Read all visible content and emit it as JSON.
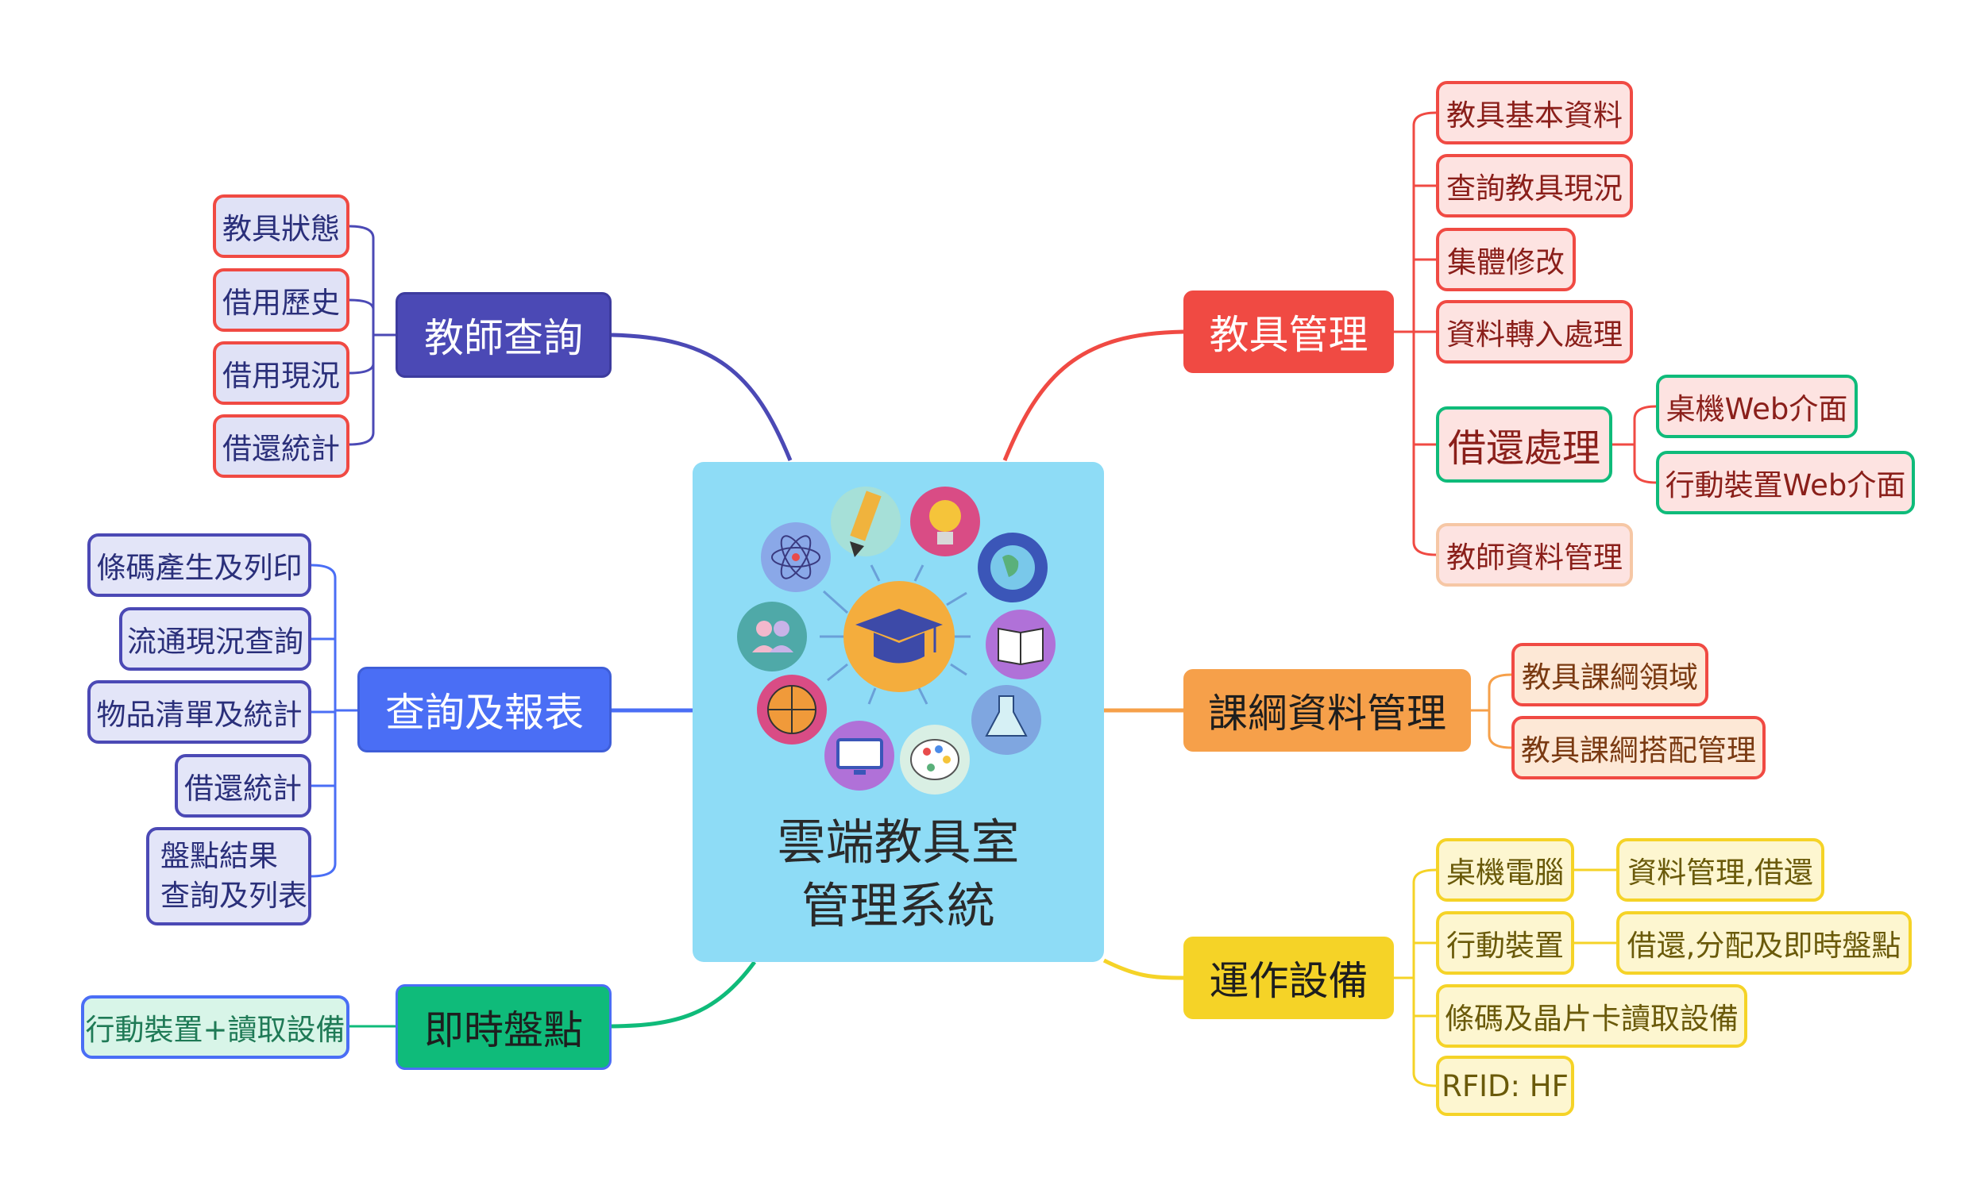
{
  "center": {
    "title_line1": "雲端教具室",
    "title_line2": "管理系統"
  },
  "branches": {
    "teacher_query": {
      "label": "教師查詢",
      "color": "#4b49b5",
      "items": [
        "教具狀態",
        "借用歷史",
        "借用現況",
        "借還統計"
      ]
    },
    "reports": {
      "label": "查詢及報表",
      "color": "#4a6ef5",
      "items": [
        "條碼產生及列印",
        "流通現況查詢",
        "物品清單及統計",
        "借還統計"
      ],
      "multi_item_line1": "盤點結果",
      "multi_item_line2": "查詢及列表"
    },
    "inventory": {
      "label": "即時盤點",
      "color": "#0fbb7a",
      "items": [
        "行動裝置+讀取設備"
      ]
    },
    "equipment_mgmt": {
      "label": "教具管理",
      "color": "#f04a43",
      "items": [
        "教具基本資料",
        "查詢教具現況",
        "集體修改",
        "資料轉入處理"
      ],
      "borrow": {
        "label": "借還處理",
        "items": [
          "桌機Web介面",
          "行動裝置Web介面"
        ]
      },
      "teacher_data": "教師資料管理"
    },
    "curriculum": {
      "label": "課綱資料管理",
      "color": "#f6a04a",
      "items": [
        "教具課綱領域",
        "教具課綱搭配管理"
      ]
    },
    "devices": {
      "label": "運作設備",
      "color": "#f5d327",
      "items": [
        "桌機電腦",
        "行動裝置",
        "條碼及晶片卡讀取設備",
        "RFID: HF"
      ],
      "details": [
        "資料管理,借還",
        "借還,分配及即時盤點"
      ]
    }
  },
  "icons": [
    "graduation-cap-icon",
    "pencil-icon",
    "lightbulb-icon",
    "globe-icon",
    "book-icon",
    "flask-icon",
    "palette-icon",
    "monitor-icon",
    "basketball-icon",
    "people-icon",
    "atom-icon"
  ]
}
